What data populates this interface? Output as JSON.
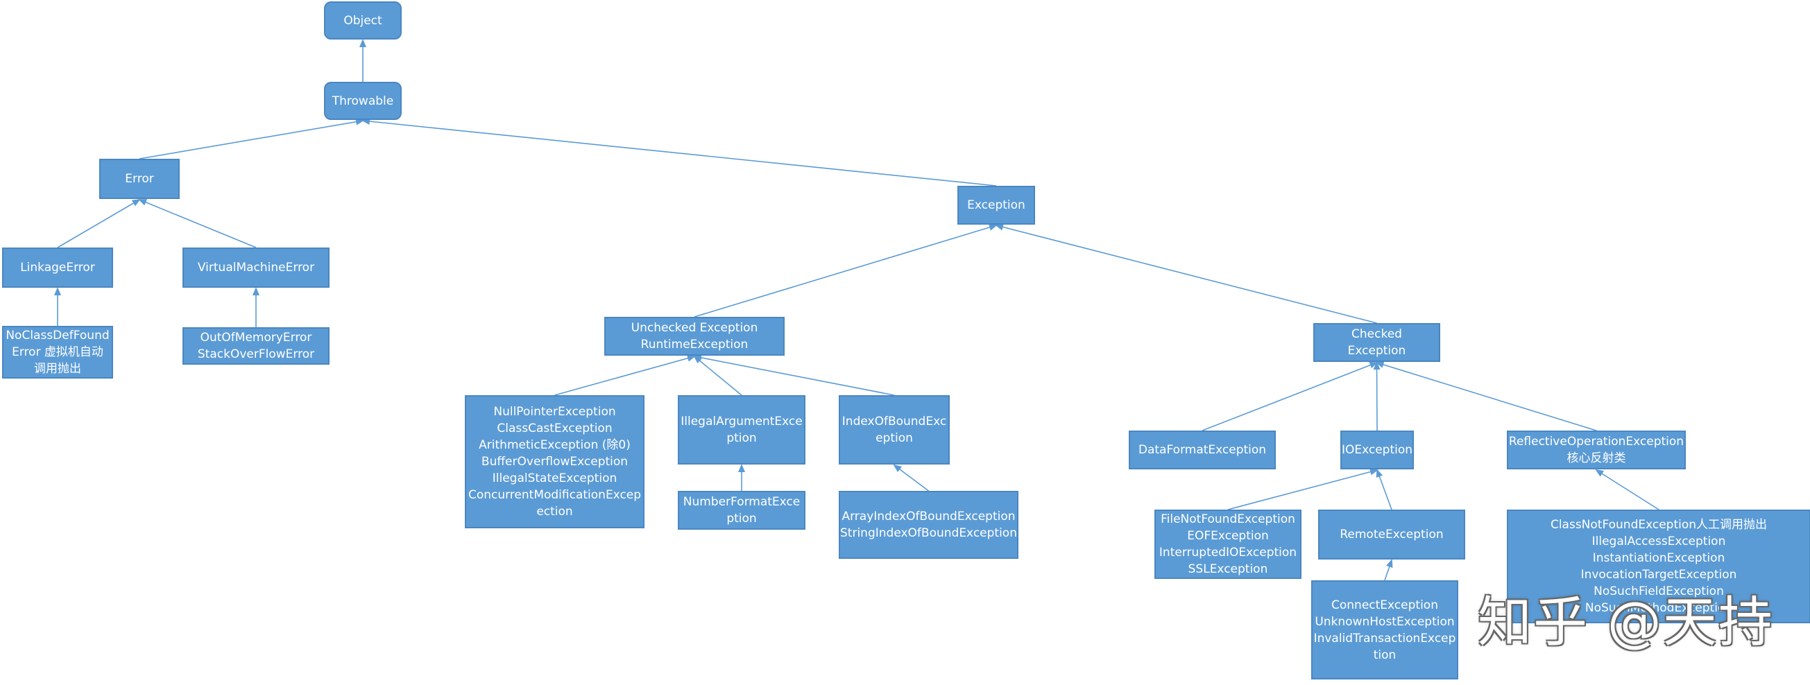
{
  "nodes": {
    "object": [
      "Object"
    ],
    "throwable": [
      "Throwable"
    ],
    "error": [
      "Error"
    ],
    "exception": [
      "Exception"
    ],
    "linkage_error": [
      "LinkageError"
    ],
    "virtual_machine_error": [
      "VirtualMachineError"
    ],
    "no_class_def_found_error": [
      "NoClassDefFound",
      "Error 虚拟机自动",
      "调用抛出"
    ],
    "out_of_memory_error": [
      "OutOfMemoryError",
      "StackOverFlowError"
    ],
    "unchecked_exception": [
      "Unchecked Exception",
      "RuntimeException"
    ],
    "checked_exception": [
      "Checked",
      "Exception"
    ],
    "runtime_list": [
      "NullPointerException",
      "ClassCastException",
      "ArithmeticException (除0)",
      "BufferOverflowException",
      "IllegalStateException",
      "ConcurrentModificationExcep",
      "ection"
    ],
    "illegal_argument_exception": [
      "IllegalArgumentExce",
      "ption"
    ],
    "number_format_exception": [
      "NumberFormatExce",
      "ption"
    ],
    "index_of_bound_exception": [
      "IndexOfBoundExc",
      "eption"
    ],
    "array_index_list": [
      "ArrayIndexOfBoundException",
      "StringIndexOfBoundException"
    ],
    "data_format_exception": [
      "DataFormatException"
    ],
    "io_exception": [
      "IOException"
    ],
    "reflective_operation_exception": [
      "ReflectiveOperationException",
      "核心反射类"
    ],
    "io_list": [
      "FileNotFoundException",
      "EOFException",
      "InterruptedIOException",
      "SSLException"
    ],
    "remote_exception": [
      "RemoteException"
    ],
    "connect_list": [
      "ConnectException",
      "UnknownHostException",
      "InvalidTransactionExcep",
      "tion"
    ],
    "reflect_list": [
      "ClassNotFoundException人工调用抛出",
      "IllegalAccessException",
      "InstantiationException",
      "InvocationTargetException",
      "NoSuchFieldException",
      "NoSuchMethodException"
    ]
  },
  "watermark": "知乎 @天持",
  "colors": {
    "node_fill": "#5b9bd5",
    "node_border": "#4a86c1",
    "edge": "#5b9bd5",
    "text": "#ffffff"
  }
}
